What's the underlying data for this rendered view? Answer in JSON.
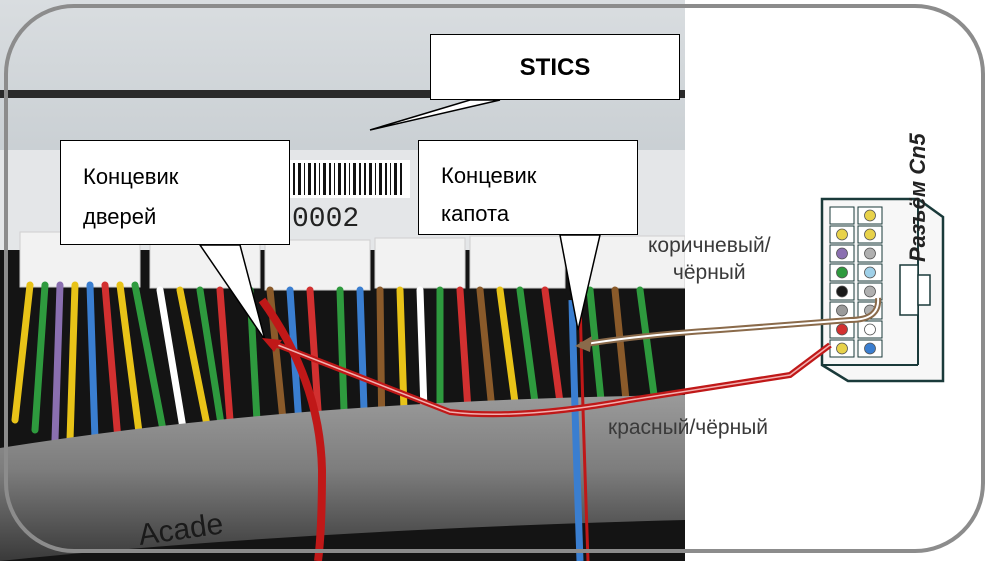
{
  "callouts": {
    "stics": "STICS",
    "door_line1": "Концевик",
    "door_line2": "дверей",
    "hood_line1": "Концевик",
    "hood_line2": "капота"
  },
  "photo": {
    "barcode_text": "0002",
    "harness_text": "Acade"
  },
  "wires": {
    "brown_label_line1": "коричневый/",
    "brown_label_line2": "чёрный",
    "red_label": "красный/чёрный"
  },
  "connector": {
    "title": "Разъём Cn5",
    "pin_colors_left": [
      "#ffffff",
      "#e8d24a",
      "#8a6fb0",
      "#2e9a3e",
      "#1a1a1a",
      "#9a9a9a",
      "#d23030",
      "#e8d24a"
    ],
    "pin_colors_right": [
      "#e8d24a",
      "#e8d24a",
      "#b0b0b0",
      "#9fd0e8",
      "#b0b0b0",
      "#b0b0b0",
      "#ffffff",
      "#3a7ed0"
    ]
  },
  "colors": {
    "brown_wire": "#8a6a4a",
    "red_wire": "#c01818",
    "frame": "#8c8c8c"
  }
}
